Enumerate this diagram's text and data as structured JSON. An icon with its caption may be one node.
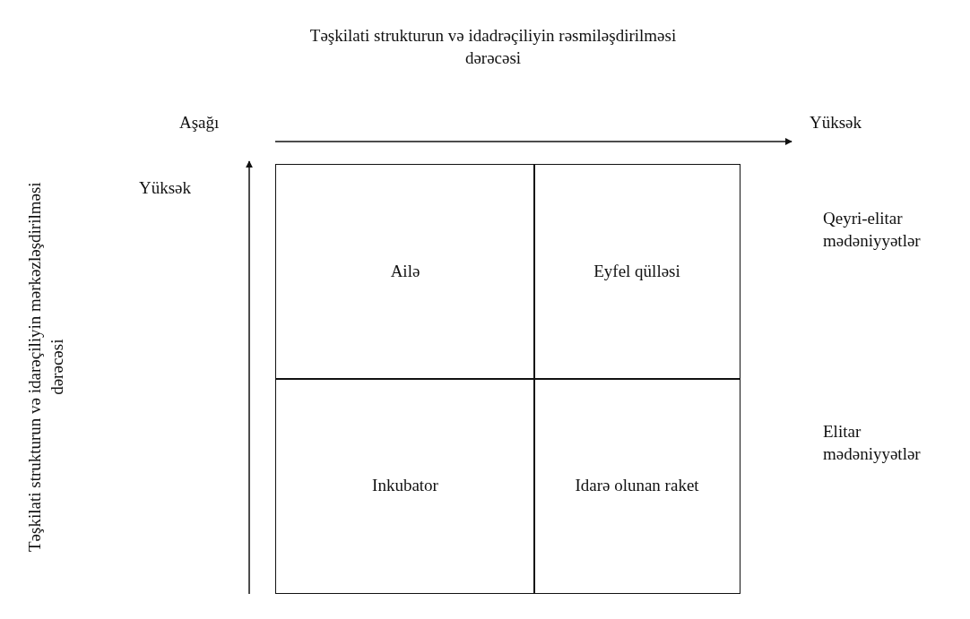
{
  "diagram": {
    "nodes": [
      {
        "text": [
          "Ailə"
        ]
      },
      {
        "text": [
          "Eyfel qülləsi"
        ]
      },
      {
        "text": [
          "Inkubator"
        ]
      },
      {
        "text": [
          "Idarə olunan raket"
        ]
      }
    ],
    "edges": [],
    "labels": [
      "Təşkilati strukturun və idadrəçiliyin rəsmiləşdirilməsi dərəcəsi",
      "Aşağı",
      "Yüksək",
      "Yüksək",
      "Qeyri-elitar mədəniyyətlər",
      "Təşkilati strukturun və idarəçiliyin mərkəzləşdirilməsi dərəcəsi",
      "Elitar mədəniyyətlər"
    ]
  }
}
